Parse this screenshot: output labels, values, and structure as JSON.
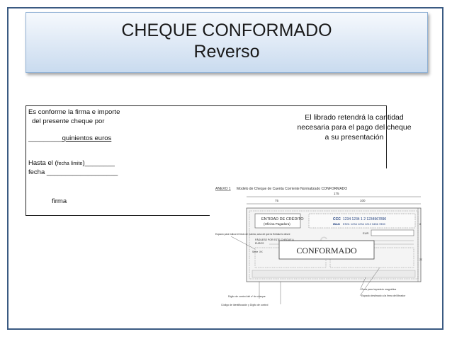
{
  "title": {
    "line1": "CHEQUE CONFORMADO",
    "line2": "Reverso"
  },
  "left_box": {
    "line1": "Es conforme la firma e importe",
    "line2": "del presente cheque por",
    "amount_blank": "_________",
    "amount_text": "quinientos euros",
    "hasta_label": "Hasta el (",
    "fecha_limite": "fecha límite",
    "hasta_tail": ")________",
    "fecha_line": "fecha ___________________",
    "firma": "firma"
  },
  "right_text": {
    "line1": "El librado retendrá la cantidad",
    "line2": "necesaria para el pago del cheque",
    "line3": "a su presentación"
  },
  "annex": {
    "heading_ref": "ANEXO 1",
    "heading": "Modelo de Cheque de Cuenta Corriente Normalizado CONFORMADO",
    "dim_total": "175",
    "dim_left": "75",
    "dim_right": "100",
    "dim_side_top": "8",
    "dim_side_bottom": "20",
    "entidad_line1": "ENTIDAD DE CRÉDITO",
    "entidad_line2": "(Oficina Pagadora)",
    "ccc_label": "CCC",
    "ccc_values": "1234   1234   1 2   1234567890",
    "iban_label": "IBAN",
    "iban_values": "ES01 1234 1234 1212 3456 7890",
    "eur_label": "EUR",
    "euro_symbol": "€",
    "pagues_line1": "PÁGUESE POR ESTE CHEQUE A",
    "pagues_line2": "EUROS",
    "stamp": "CONFORMADO",
    "serie_label": "Serie",
    "serie_value": "XX",
    "note_espacio": "Espacio para indicar el título de cuenta, caso de que la Entidad lo desee",
    "note_digito": "Dígito de control del nº de cheque",
    "note_codigo": "Código de identificación y Dígito de control",
    "note_zona": "Zona para impresión magnética",
    "note_firma": "Espacio destinado a la firma del librador"
  },
  "colors": {
    "frame": "#3a5a82",
    "title_bg": "#dde8f5",
    "stamp_border": "#444444"
  }
}
